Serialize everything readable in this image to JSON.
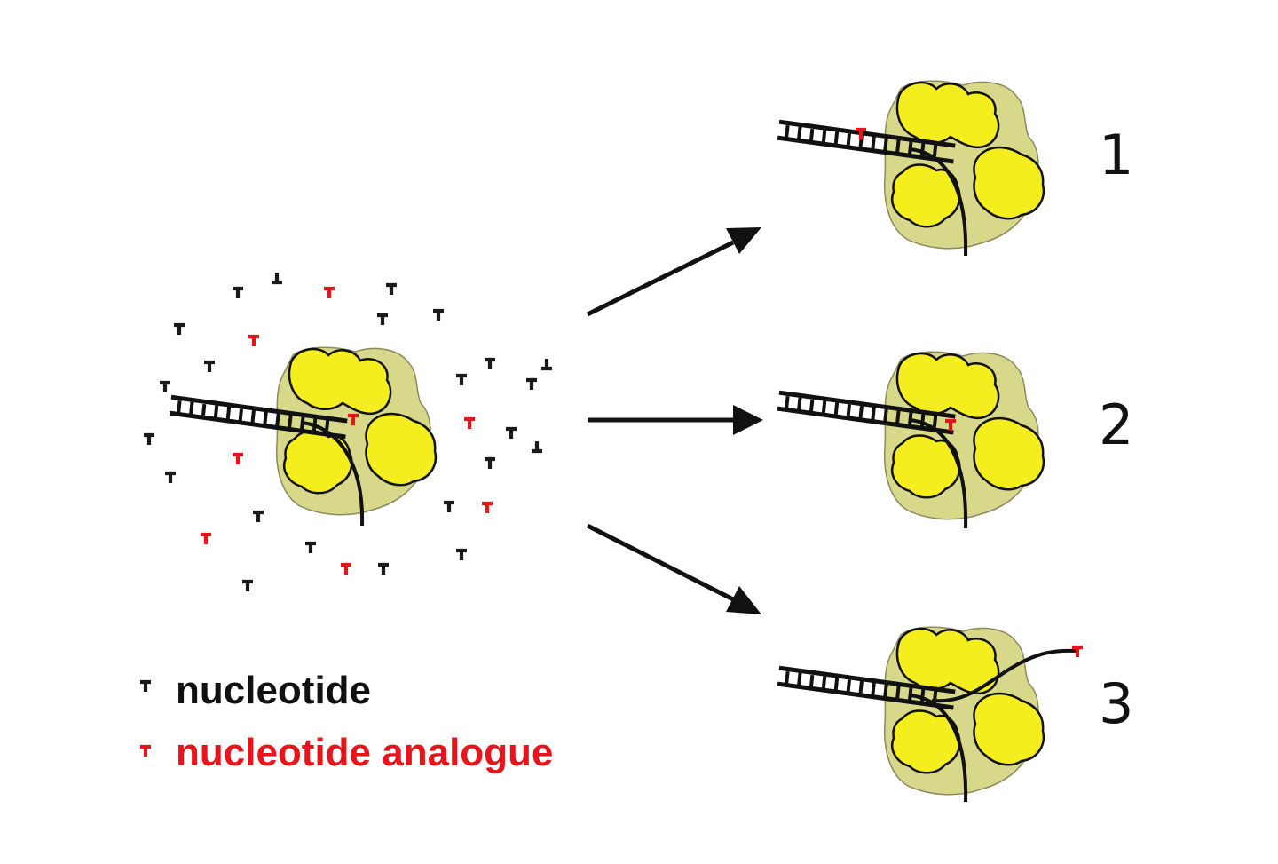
{
  "colors": {
    "nucleotide": "#1a1a1a",
    "analogue": "#e8141b",
    "subunit": "#f5ee1e",
    "complex_background": "#d8d88a",
    "strand": "#111111"
  },
  "legend": {
    "nucleotide_label": "nucleotide",
    "analogue_label": "nucleotide analogue"
  },
  "outcomes": [
    {
      "number": "1"
    },
    {
      "number": "2"
    },
    {
      "number": "3"
    }
  ]
}
